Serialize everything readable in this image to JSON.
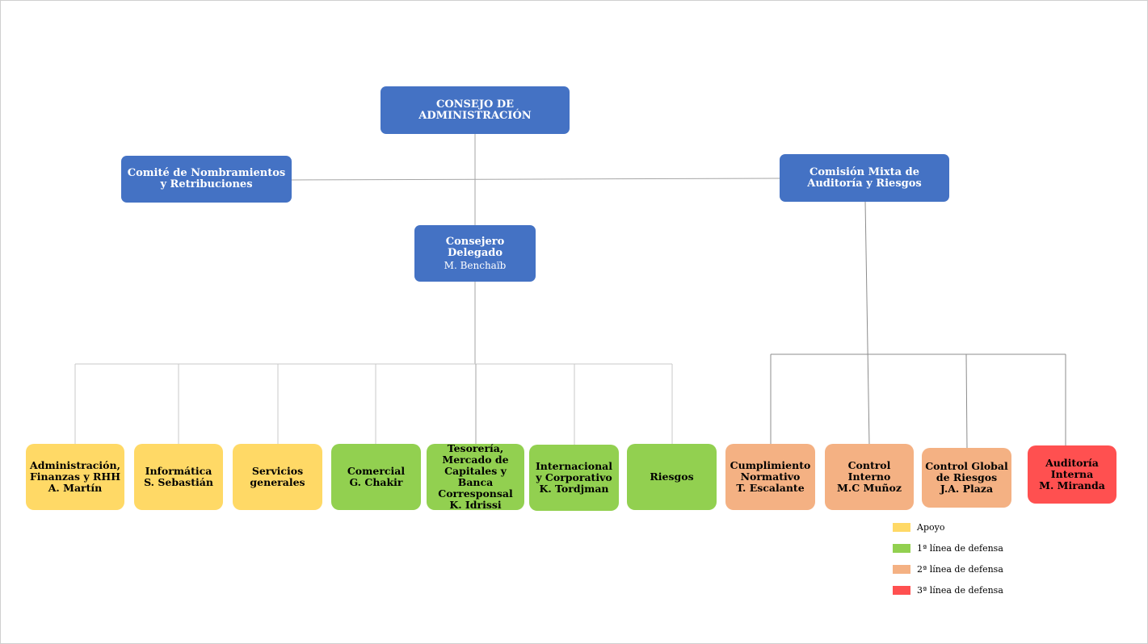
{
  "board": "CONSEJO DE\nADMINISTRACIÓN",
  "committee_left": "Comité de Nombramientos\ny Retribuciones",
  "committee_right": "Comisión Mixta de\nAuditoría y Riesgos",
  "ceo": {
    "title": "Consejero\nDelegado",
    "name": "M.  Benchaïb"
  },
  "departments": [
    {
      "label": "Administración,\nFinanzas y RHH\nA. Martín",
      "category": "apoyo"
    },
    {
      "label": "Informática\nS. Sebastián",
      "category": "apoyo"
    },
    {
      "label": "Servicios\ngenerales",
      "category": "apoyo"
    },
    {
      "label": "Comercial\nG. Chakir",
      "category": "primera"
    },
    {
      "label": "Tesorería,\nMercado de\nCapitales y Banca\nCorresponsal\nK. Idrissi",
      "category": "primera"
    },
    {
      "label": "Internacional\ny Corporativo\nK.  Tordjman",
      "category": "primera"
    },
    {
      "label": "Riesgos",
      "category": "primera"
    },
    {
      "label": "Cumplimiento\nNormativo\nT. Escalante",
      "category": "segunda"
    },
    {
      "label": "Control Interno\nM.C Muñoz",
      "category": "segunda"
    },
    {
      "label": "Control  Global\nde Riesgos\nJ.A. Plaza",
      "category": "segunda"
    },
    {
      "label": "Auditoría\nInterna\nM. Miranda",
      "category": "tercera"
    }
  ],
  "legend": [
    {
      "label": "Apoyo",
      "color": "#ffd966"
    },
    {
      "label": "1ª línea de defensa",
      "color": "#92d050"
    },
    {
      "label": "2ª línea de defensa",
      "color": "#f4b183"
    },
    {
      "label": "3ª línea de defensa",
      "color": "#ff5050"
    }
  ],
  "colors": {
    "node_blue": "#4472c4",
    "connector": "#a6a6a6"
  }
}
